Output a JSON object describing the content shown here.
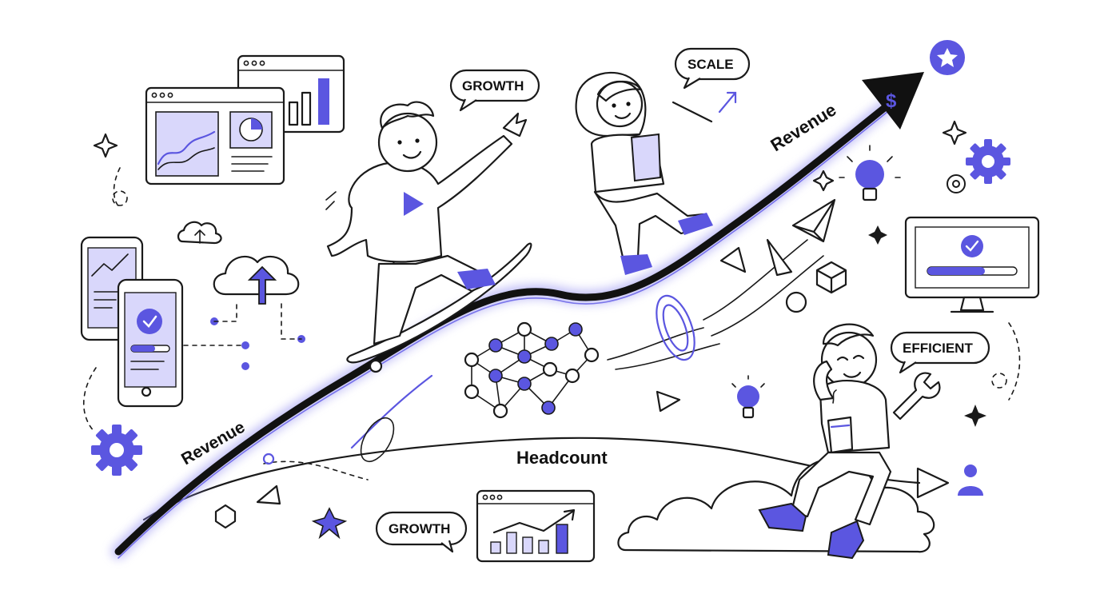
{
  "labels": {
    "revenue_lower": "Revenue",
    "revenue_upper": "Revenue",
    "headcount": "Headcount"
  },
  "bubbles": {
    "growth_top": "GROWTH",
    "scale": "SCALE",
    "efficient": "EFFICIENT",
    "growth_bottom": "GROWTH"
  },
  "icons": {
    "arrow_tip": "dollar-icon",
    "badge": "star-icon",
    "gears": "gear-icon",
    "idea": "lightbulb-icon",
    "cloud": "cloud-upload-icon",
    "user": "user-icon",
    "tool": "wrench-icon",
    "check": "check-icon"
  },
  "colors": {
    "accent": "#5b56e0",
    "accent_soft": "#d9d7fb",
    "ink": "#1a1a1a",
    "background": "#ffffff"
  }
}
